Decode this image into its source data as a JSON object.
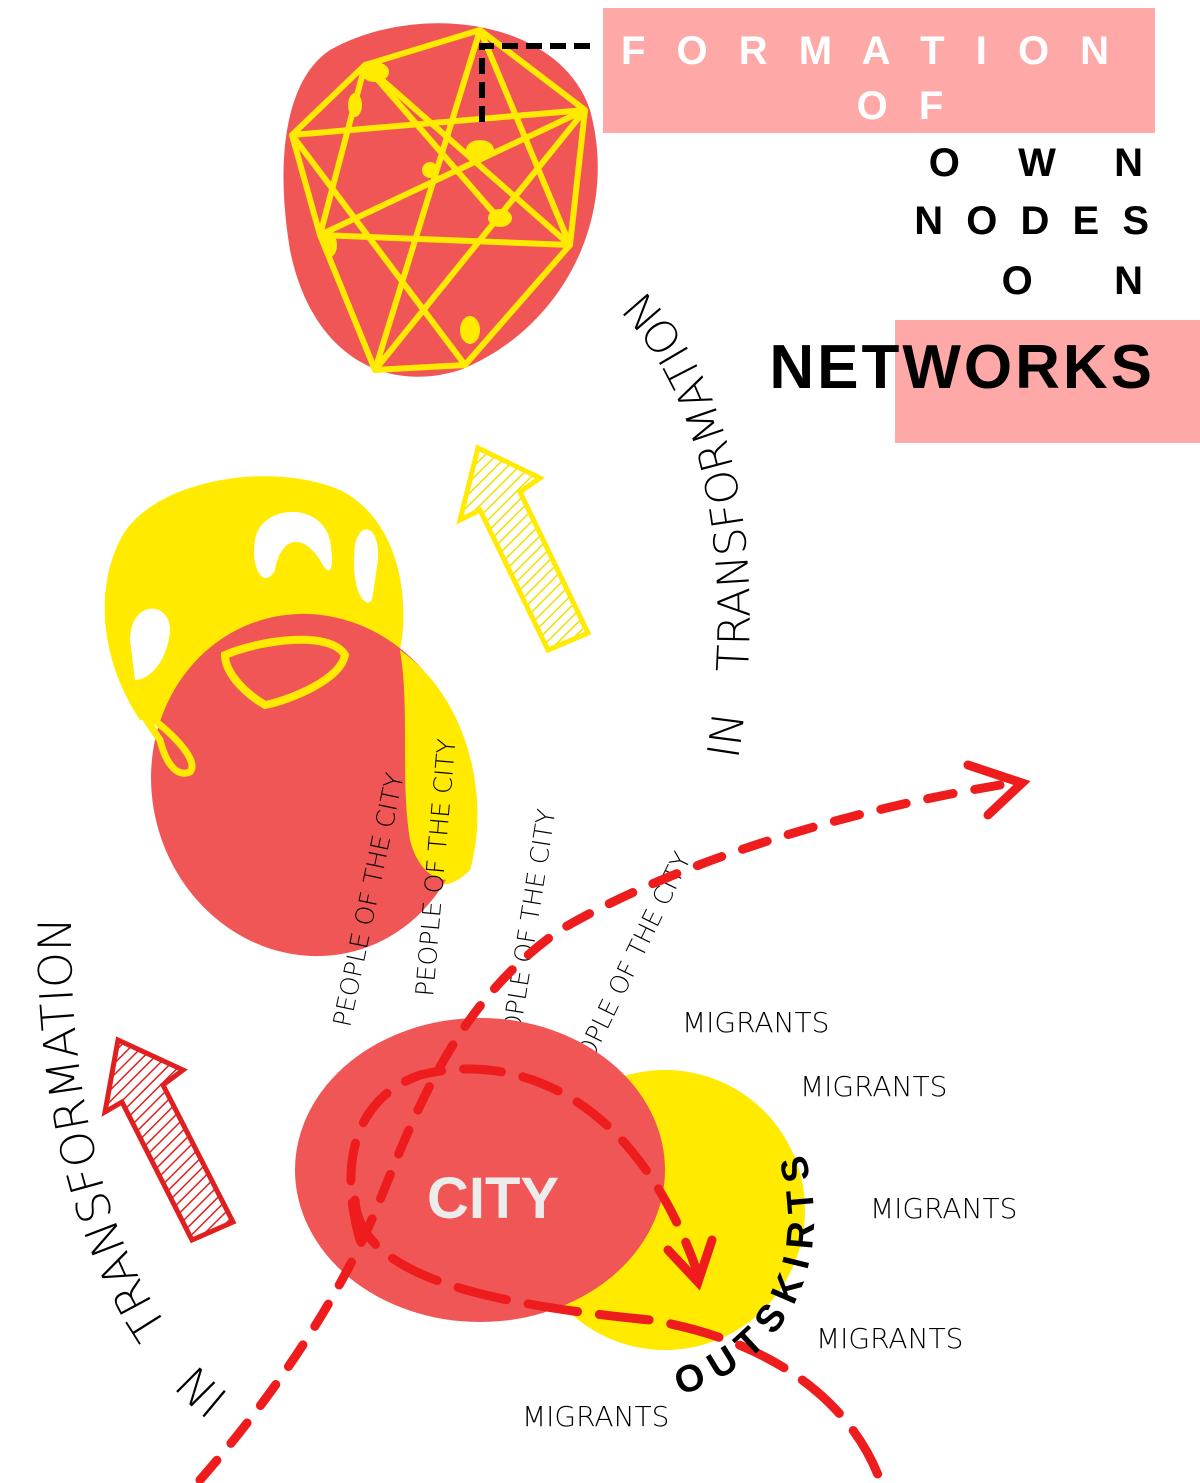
{
  "title": {
    "line1": "F O R M A T I O N",
    "line2": "O F",
    "line3": "O  W  N",
    "line4": "N O D E S",
    "line5": "O   N",
    "line6": "NETWORKS"
  },
  "curved_labels": {
    "right": "IN   TRANSFORMATION",
    "left": "IN   TRANSFORMATION",
    "outskirts": "O U T S K I R T S"
  },
  "center_label": "CITY",
  "people_labels": [
    "PEOPLE OF THE CITY",
    "PEOPLE OF THE CITY",
    "PEOPLE OF THE CITY",
    "PEOPLE OF THE CITY"
  ],
  "migrant_labels": [
    "MIGRANTS",
    "MIGRANTS",
    "MIGRANTS",
    "MIGRANTS",
    "MIGRANTS"
  ],
  "colors": {
    "red": "#f05656",
    "yellow": "#ffea00",
    "pink": "#ffa8a8",
    "dash_red": "#ee1c1c"
  }
}
